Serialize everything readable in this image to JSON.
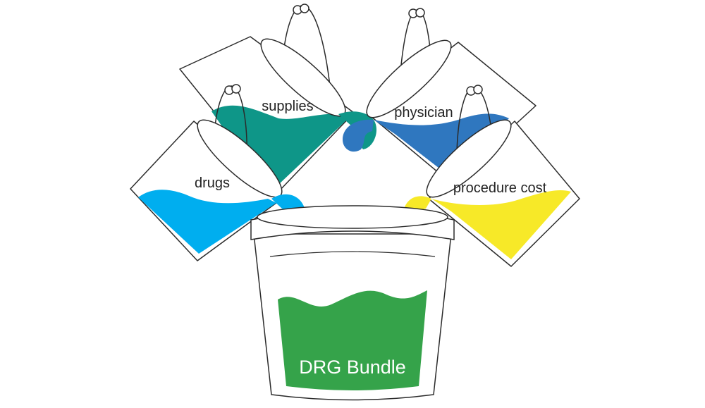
{
  "labels": {
    "drugs": "drugs",
    "supplies": "supplies",
    "physician": "physician",
    "procedure_cost": "procedure cost",
    "bundle": "DRG Bundle"
  },
  "colors": {
    "drugs": "#00aeef",
    "supplies": "#0e9688",
    "physician": "#2f77bf",
    "procedure_cost": "#f7e928",
    "bundle": "#35a34a"
  }
}
